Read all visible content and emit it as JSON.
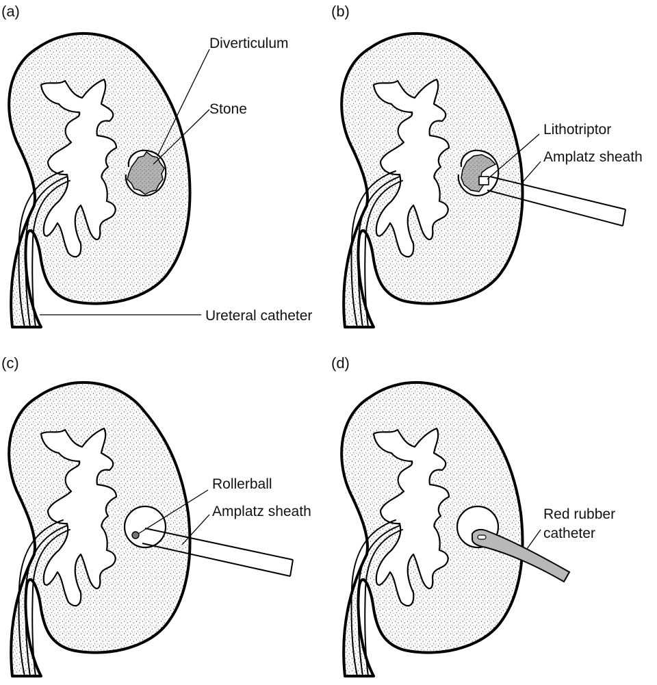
{
  "colors": {
    "outline": "#000000",
    "parenchyma_fill": "#ffffff",
    "stone_fill": "#b4b4b4",
    "red_rubber_catheter_fill": "#b8b8b8"
  },
  "panels": [
    {
      "label": "(a)",
      "callouts": [
        "Diverticulum",
        "Stone",
        "Ureteral catheter"
      ]
    },
    {
      "label": "(b)",
      "callouts": [
        "Lithotriptor",
        "Amplatz sheath"
      ]
    },
    {
      "label": "(c)",
      "callouts": [
        "Rollerball",
        "Amplatz sheath"
      ]
    },
    {
      "label": "(d)",
      "callouts": [
        "Red rubber",
        "catheter"
      ]
    }
  ]
}
